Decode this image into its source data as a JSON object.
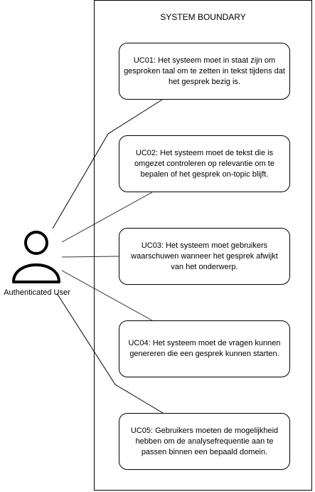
{
  "boundary": {
    "title": "SYSTEM BOUNDARY"
  },
  "actor": {
    "label": "Authenticated User",
    "icon": "user-icon"
  },
  "use_cases": [
    {
      "text": "UC01: Het systeem moet in staat zijn om gesproken taal om te zetten in tekst tijdens dat het gesprek bezig is."
    },
    {
      "text": "UC02: Het systeem moet de tekst die is omgezet controleren op relevantie om te bepalen of het gesprek on-topic blijft."
    },
    {
      "text": "UC03: Het systeem moet gebruikers waarschuwen wanneer het gesprek afwijkt van het onderwerp."
    },
    {
      "text": "UC04: Het systeem moet de vragen kunnen genereren die een gesprek kunnen starten."
    },
    {
      "text": "UC05: Gebruikers moeten de mogelijkheid hebben om de analysefrequentie aan te passen binnen een bepaald domein."
    }
  ]
}
